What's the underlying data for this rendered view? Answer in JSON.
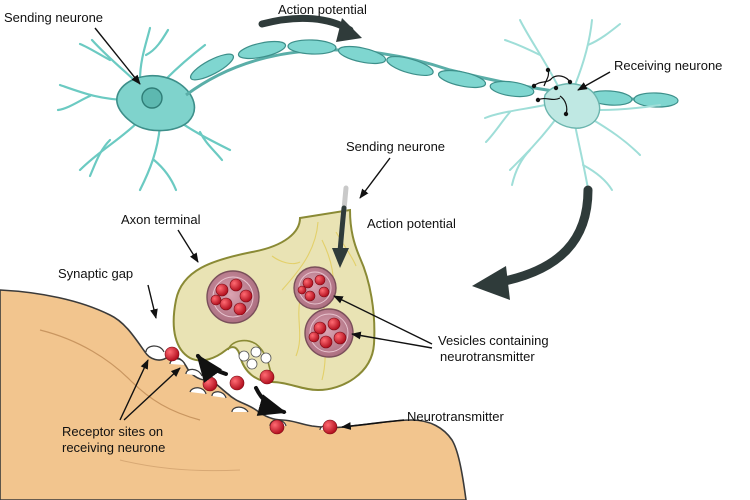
{
  "labels": {
    "sending_neurone_top": "Sending neurone",
    "action_potential_top": "Action potential",
    "receiving_neurone": "Receiving neurone",
    "sending_neurone_mid": "Sending neurone",
    "axon_terminal": "Axon terminal",
    "action_potential_mid": "Action potential",
    "synaptic_gap": "Synaptic gap",
    "vesicles_line1": "Vesicles containing",
    "vesicles_line2": "neurotransmitter",
    "neurotransmitter": "Neurotransmitter",
    "receptor_line1": "Receptor sites on",
    "receptor_line2": "receiving neurone"
  },
  "colors": {
    "neurone_body": "#7fd3cc",
    "neurone_outline": "#3d8f8a",
    "myelin": "#7fd6d0",
    "terminal_fill": "#e9e3b4",
    "terminal_outline": "#8a8a35",
    "receiving_fill": "#f2c58e",
    "receiving_outline": "#3a3a3a",
    "vesicle_fill": "#c58797",
    "neurotransmitter": "#d0192b",
    "arrow_dark": "#2f3b3a"
  }
}
